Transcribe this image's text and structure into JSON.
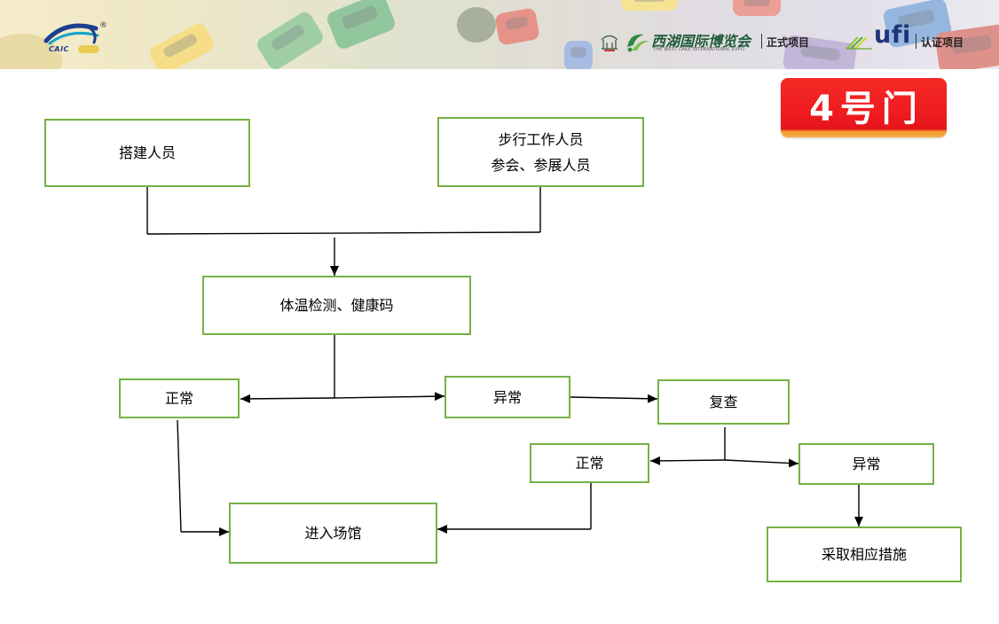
{
  "header": {
    "caic_logo_text": "CAIC",
    "registered_mark": "®",
    "expo_name": "西湖国际博览会",
    "expo_subtitle": "THE WEST LAKE INTERNATIONAL EXPO",
    "expo_tag": "正式项目",
    "ufi_logo_text": "ufi",
    "ufi_tag": "认证项目"
  },
  "badge": {
    "label": "4号门"
  },
  "flowchart": {
    "builders": "搭建人员",
    "pedestrians": [
      "步行工作人员",
      "参会、参展人员"
    ],
    "screening": "体温检测、健康码",
    "normal_first": "正常",
    "abnormal_first": "异常",
    "recheck": "复查",
    "normal_second": "正常",
    "abnormal_second": "异常",
    "enter_venue": "进入场馆",
    "take_measures": "采取相应措施"
  },
  "icons": [
    "caic-swoosh-icon",
    "hangzhou-emblem-icon",
    "west-lake-expo-swirl-icon",
    "ufi-swoosh-icon",
    "arrow-icon"
  ],
  "colors": {
    "box_border": "#75b245",
    "connector": "#000000",
    "badge_red": "#ef1c20",
    "badge_orange": "#f39a2b",
    "expo_green": "#1f5d3a",
    "ufi_blue": "#1e3578"
  }
}
